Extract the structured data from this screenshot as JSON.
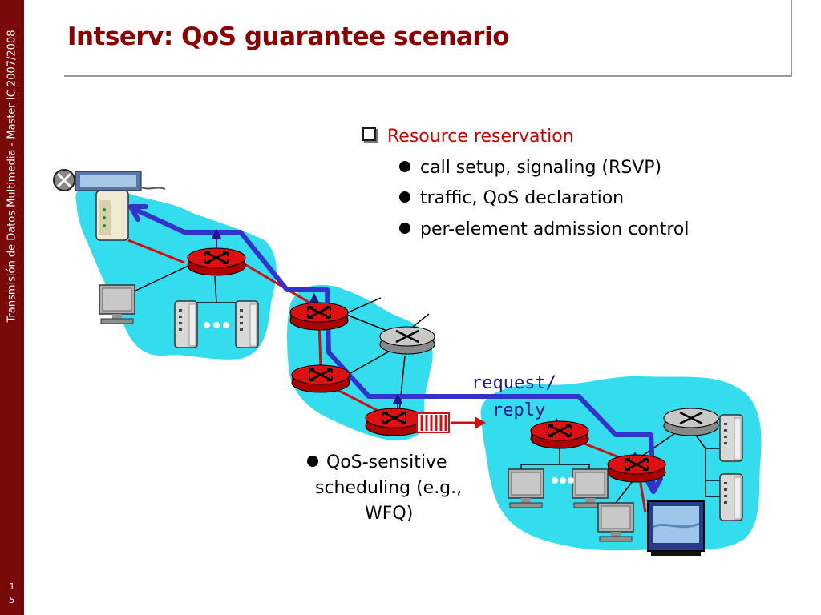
{
  "sidebar": {
    "text": "Transmisión de Datos Multimedia - Master IC 2007/2008",
    "page_digits": [
      "1",
      "5"
    ]
  },
  "slide": {
    "title": "Intserv: QoS guarantee scenario"
  },
  "content": {
    "heading": "Resource reservation",
    "bullets": [
      "call setup, signaling (RSVP)",
      "traffic, QoS declaration",
      "per-element admission control"
    ],
    "scheduling": {
      "line1": "QoS-sensitive",
      "line2": "scheduling (e.g.,",
      "line3": "WFQ)"
    },
    "request_reply": {
      "line1": "request/",
      "line2": "reply"
    }
  },
  "colors": {
    "sidebar": "#7a0a0a",
    "title": "#8b0000",
    "heading": "#cc0000",
    "network_cloud": "#33ddee",
    "router_red": "#dd1111",
    "router_gray": "#b8b8b8",
    "signal_path": "#3333cc"
  }
}
